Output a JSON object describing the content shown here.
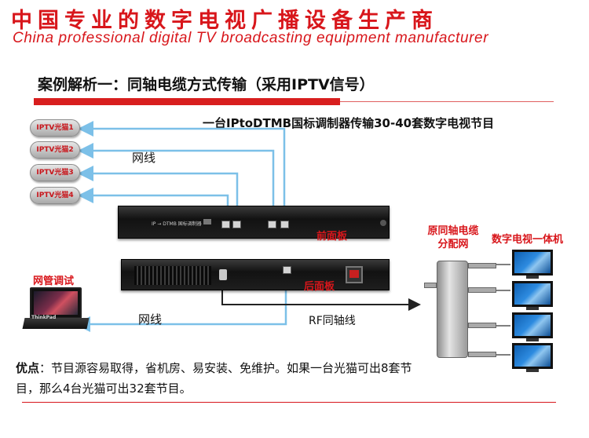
{
  "header": {
    "title_cn": "中国专业的数字电视广播设备生产商",
    "title_en": "China professional digital TV broadcasting equipment manufacturer"
  },
  "section": {
    "title": "案例解析一：同轴电缆方式传输（采用IPTV信号）",
    "subtitle": "一台IPtoDTMB国标调制器传输30-40套数字电视节目"
  },
  "modems": [
    "IPTV光猫1",
    "IPTV光猫2",
    "IPTV光猫3",
    "IPTV光猫4"
  ],
  "labels": {
    "network_cable_top": "网线",
    "front_panel": "前面板",
    "rear_panel": "后面板",
    "network_mgmt": "网管调试",
    "network_cable_bottom": "网线",
    "rf_cable": "RF同轴线",
    "splitter": "原同轴电缆分配网",
    "tv_all_in_one": "数字电视一体机"
  },
  "device": {
    "front_text": "IP → DTMB 国标调制器"
  },
  "laptop": {
    "brand": "ThinkPad"
  },
  "advantage": {
    "key": "优点",
    "text": "：节目源容易取得，省机房、易安装、免维护。如果一台光猫可出8套节目，那么4台光猫可出32套节目。"
  },
  "colors": {
    "brand_red": "#d8161b",
    "arrow_blue": "#7cc0e8",
    "device_black": "#1a1a1a"
  }
}
